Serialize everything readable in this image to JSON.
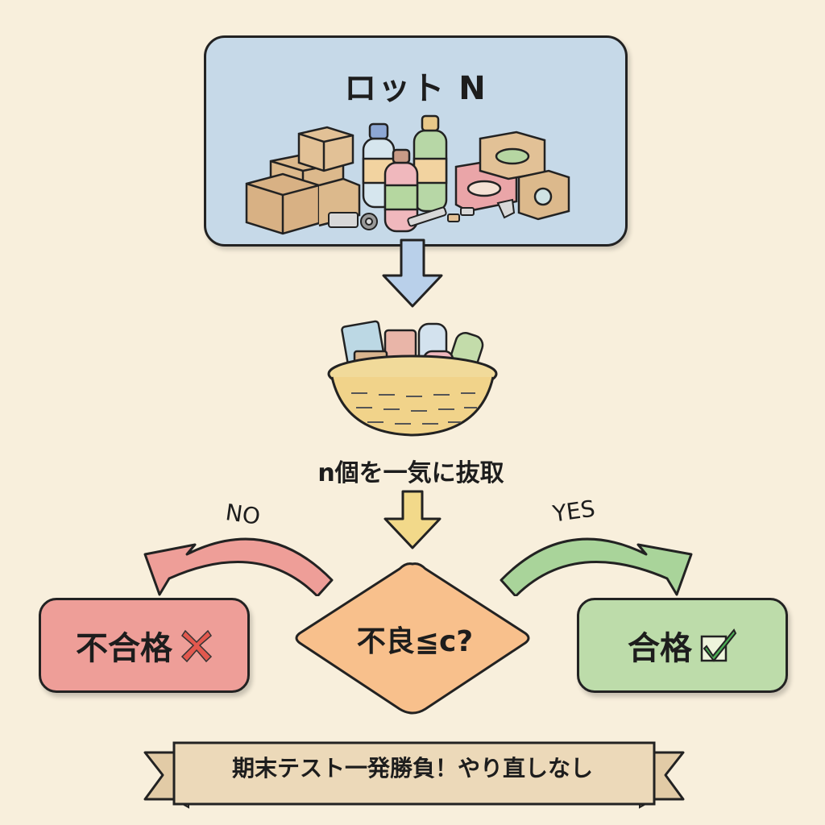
{
  "lot": {
    "title": "ロット N",
    "icons": [
      "cardboard-box-icon",
      "bottle-icon",
      "product-box-icon",
      "small-parts-icon"
    ]
  },
  "sampling": {
    "caption": "n個を一気に抜取",
    "icon": "basket-icon"
  },
  "decision": {
    "label": "不良≦c?"
  },
  "branches": {
    "no_label": "NO",
    "yes_label": "YES"
  },
  "outcomes": {
    "reject": {
      "label": "不合格",
      "icon": "cross-icon",
      "color": "#ee9e98"
    },
    "accept": {
      "label": "合格",
      "icon": "check-box-icon",
      "color": "#bddcaa"
    }
  },
  "banner": {
    "text": "期末テスト一発勝負！やり直しなし"
  },
  "colors": {
    "background": "#f8efdc",
    "lot_box": "#c6d9e8",
    "decision": "#f8c08c",
    "arrow_down_1": "#b9d0ea",
    "arrow_down_2": "#f2d98a",
    "arrow_no": "#ee9e98",
    "arrow_yes": "#a9d49a",
    "banner": "#ecd9b9"
  }
}
